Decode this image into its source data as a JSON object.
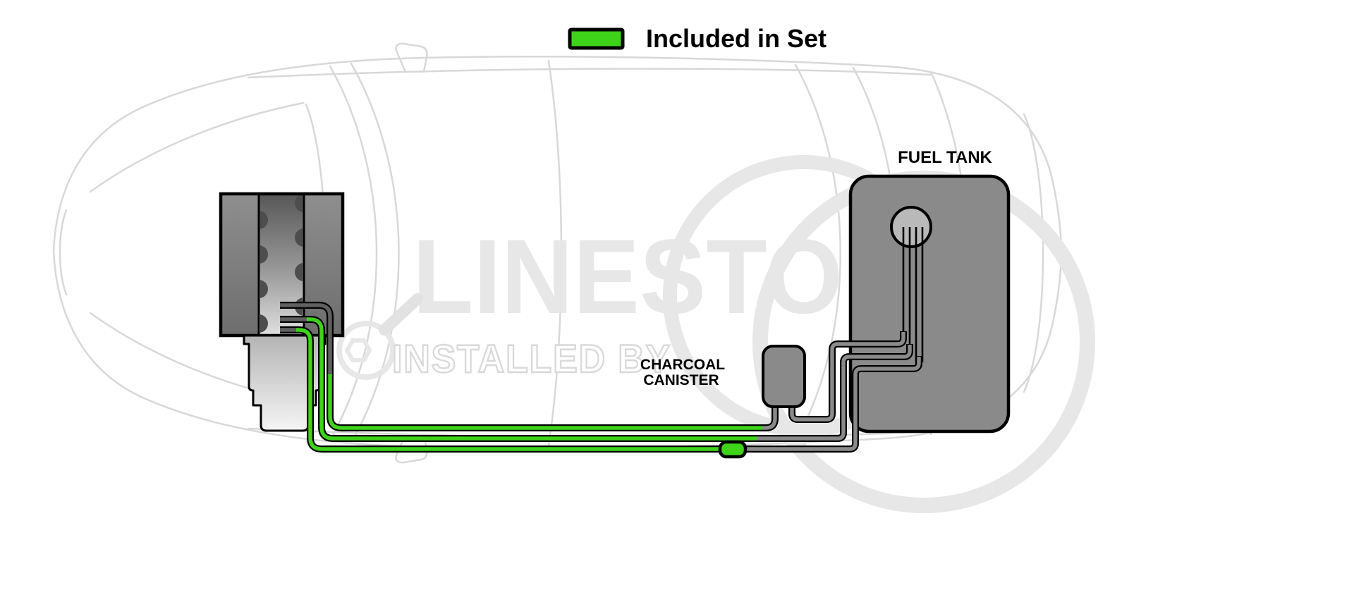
{
  "legend": {
    "label": "Included in Set"
  },
  "labels": {
    "fuel_tank": "FUEL TANK",
    "charcoal_1": "CHARCOAL",
    "charcoal_2": "CANISTER"
  },
  "watermark": {
    "brand": "LINESTO",
    "tagline": "INSTALLED BY"
  },
  "colors": {
    "green": "#3ed318",
    "tube_dark": "#606060",
    "tube_gray": "#8a8a8a",
    "component_gray": "#8a8a8a",
    "pump_gray": "#b9b9b9",
    "watermark_gray": "#e7e7e7",
    "car_outline": "#d8d8d8",
    "label_black": "#000000"
  }
}
